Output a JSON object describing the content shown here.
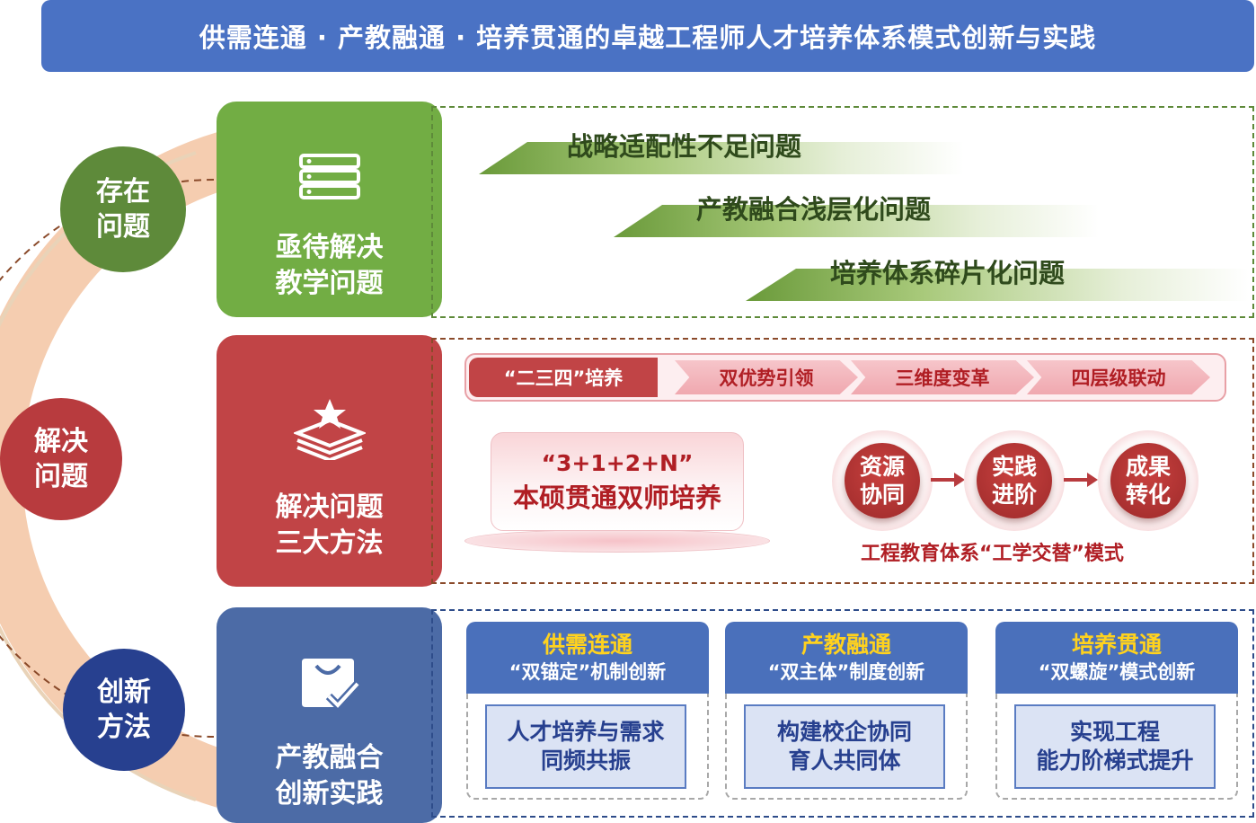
{
  "title": "供需连通 · 产教融通 · 培养贯通的卓越工程师人才培养体系模式创新与实践",
  "side_circles": [
    "存在\n问题",
    "解决\n问题",
    "创新\n方法"
  ],
  "categories": [
    {
      "label": "亟待解决\n教学问题",
      "icon": "server-stack-icon",
      "color": "#72ad44"
    },
    {
      "label": "解决问题\n三大方法",
      "icon": "layers-star-icon",
      "color": "#c14446"
    },
    {
      "label": "产教融合\n创新实践",
      "icon": "checked-bag-icon",
      "color": "#4c6ba6"
    }
  ],
  "problems": [
    "战略适配性不足问题",
    "产教融合浅层化问题",
    "培养体系碎片化问题"
  ],
  "methods": {
    "chain_head": "“二三四”培养",
    "chain_steps": [
      "双优势引领",
      "三维度变革",
      "四层级联动"
    ],
    "bench_line1": "“3+1+2+N”",
    "bench_line2": "本硕贯通双师培养",
    "rings": [
      "资源\n协同",
      "实践\n进阶",
      "成果\n转化"
    ],
    "mode_label": "工程教育体系“工学交替”模式"
  },
  "innovations": [
    {
      "title": "供需连通",
      "subtitle": "“双锚定”机制创新",
      "body": "人才培养与需求\n同频共振"
    },
    {
      "title": "产教融通",
      "subtitle": "“双主体”制度创新",
      "body": "构建校企协同\n育人共同体"
    },
    {
      "title": "培养贯通",
      "subtitle": "“双螺旋”模式创新",
      "body": "实现工程\n能力阶梯式提升"
    }
  ],
  "colors": {
    "title_bar": "#4a72c4",
    "green": "#72ad44",
    "red": "#c14446",
    "blue": "#4c6ba6",
    "arc": "#f5cdb0",
    "accent_yellow": "#ffd21e"
  }
}
